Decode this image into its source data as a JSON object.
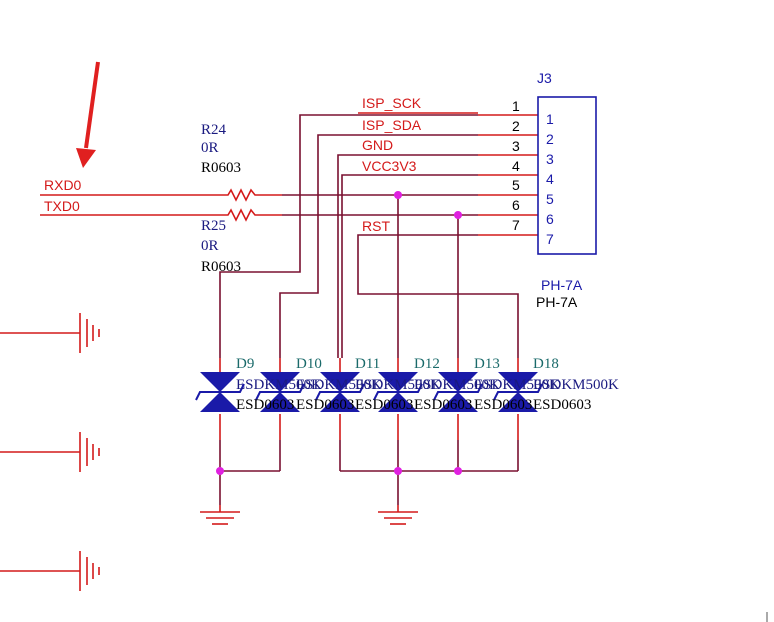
{
  "nets": {
    "rxd0": "RXD0",
    "txd0": "TXD0",
    "isp_sck": "ISP_SCK",
    "isp_sda": "ISP_SDA",
    "gnd": "GND",
    "vcc3v3": "VCC3V3",
    "rst": "RST"
  },
  "connector": {
    "ref": "J3",
    "package_top": "PH-7A",
    "package_bottom": "PH-7A",
    "pins_outer": [
      "1",
      "2",
      "3",
      "4",
      "5",
      "6",
      "7"
    ],
    "pins_inner": [
      "1",
      "2",
      "3",
      "4",
      "5",
      "6",
      "7"
    ]
  },
  "resistors": [
    {
      "ref": "R24",
      "value": "0R",
      "package": "R0603"
    },
    {
      "ref": "R25",
      "value": "0R",
      "package": "R0603"
    }
  ],
  "diodes": [
    {
      "ref": "D9",
      "value": "ESDKM500K",
      "package": "ESD0603"
    },
    {
      "ref": "D10",
      "value": "ESDKM500K",
      "package": "ESD0603"
    },
    {
      "ref": "D11",
      "value": "ESDKM500K",
      "package": "ESD0603"
    },
    {
      "ref": "D12",
      "value": "ESDKM500K",
      "package": "ESD0603"
    },
    {
      "ref": "D13",
      "value": "ESDKM500K",
      "package": "ESD0603"
    },
    {
      "ref": "D18",
      "value": "ESDKM500K",
      "package": "ESD0603"
    }
  ],
  "colors": {
    "wire": "#7a1030",
    "net_label": "#d41a1a",
    "annotation_arrow": "#e02020",
    "component": "#1a1aa8",
    "junction": "#e020e0"
  }
}
